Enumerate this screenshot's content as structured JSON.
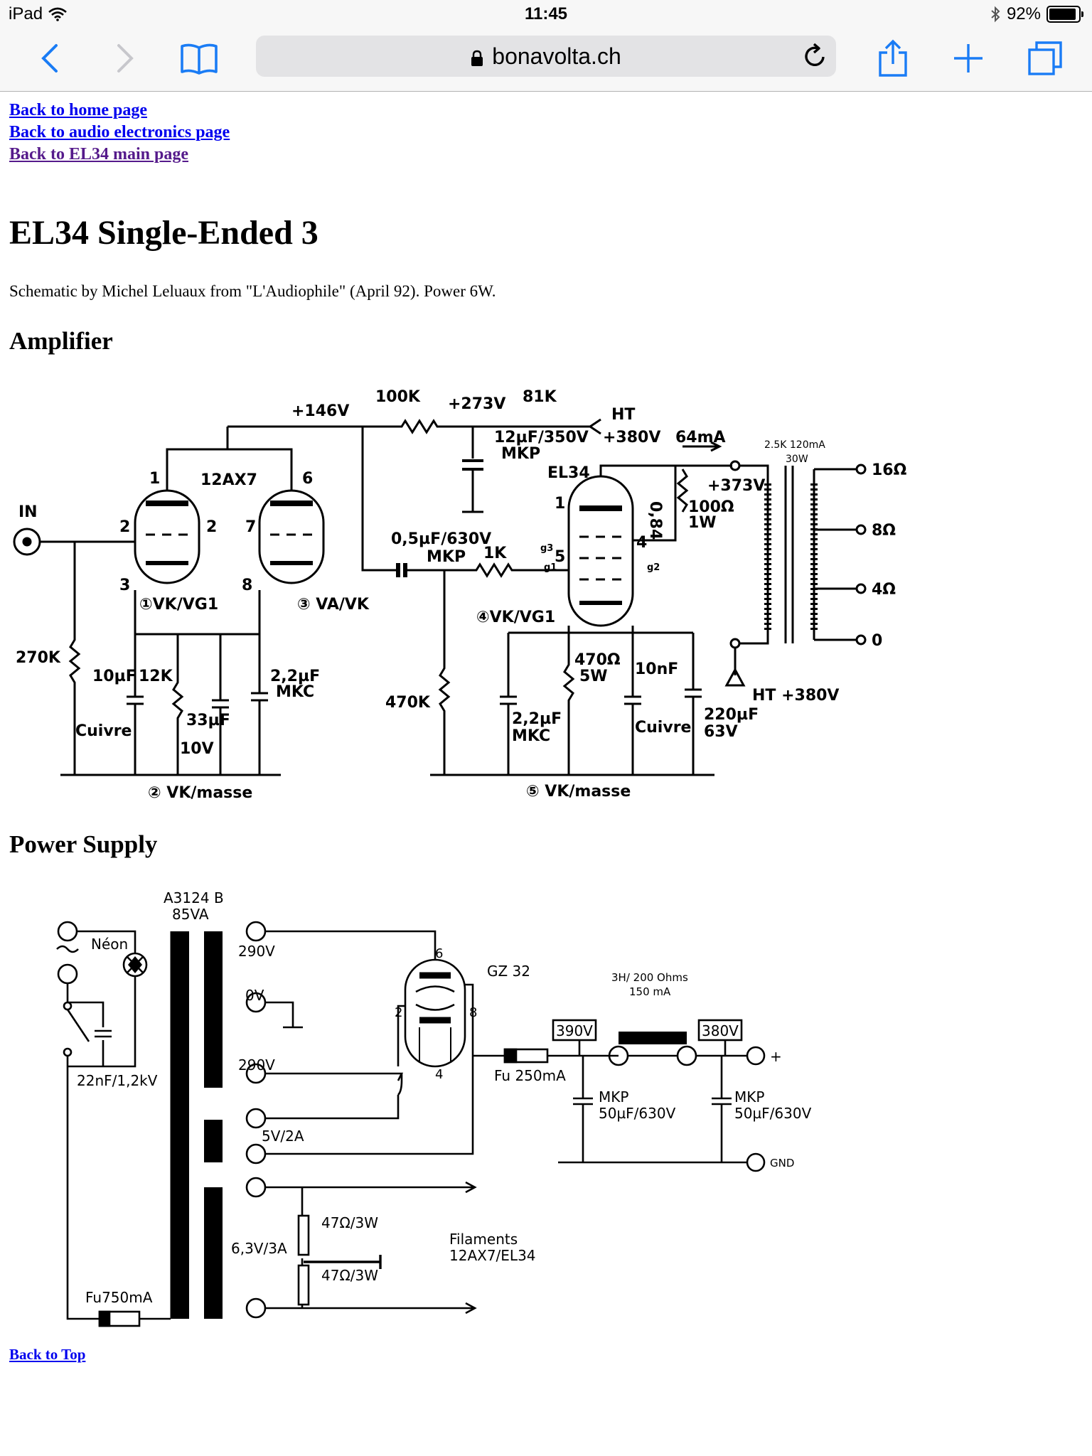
{
  "status": {
    "device": "iPad",
    "time": "11:45",
    "battery": "92%",
    "battery_level": 0.92
  },
  "browser": {
    "url": "bonavolta.ch"
  },
  "nav_links": [
    {
      "label": "Back to home page"
    },
    {
      "label": "Back to audio electronics page"
    },
    {
      "label": "Back to EL34 main page"
    }
  ],
  "page": {
    "title": "EL34 Single-Ended 3",
    "description": "Schematic by Michel Leluaux from \"L'Audiophile\" (April 92). Power 6W.",
    "section_amplifier": "Amplifier",
    "section_power": "Power Supply",
    "back_to_top": "Back to Top"
  },
  "amplifier": {
    "v146": "+146V",
    "r100k": "100K",
    "v273": "+273V",
    "r81k": "81K",
    "ht": "HT",
    "v380": "+380V",
    "ma64": "64mA",
    "c12": "12µF/350V",
    "mkp": "MKP",
    "el34": "EL34",
    "tube12ax7": "12AX7",
    "in": "IN",
    "pin1": "1",
    "pin2": "2",
    "pin2b": "2",
    "pin3": "3",
    "pin6": "6",
    "pin7": "7",
    "pin8": "8",
    "vkvg1": "①VK/VG1",
    "vavk": "③ VA/VK",
    "c05": "0,5µF/630V",
    "mkp2": "MKP",
    "r1k": "1K",
    "g3": "g3",
    "g1": "g1",
    "n5": "5",
    "n1": "1",
    "n4": "4",
    "g2": "g2",
    "v373": "+373V",
    "r100": "100Ω",
    "w1": "1W",
    "r084": "0,84",
    "xf1": "2.5K 120mA",
    "xf2": "30W",
    "o16": "16Ω",
    "o8": "8Ω",
    "o4": "4Ω",
    "o0": "0",
    "ht380": "HT +380V",
    "r270k": "270K",
    "c10": "10µF",
    "cuivre": "Cuivre",
    "r12k": "12K",
    "c33": "33µF",
    "v10": "10V",
    "c22": "2,2µF",
    "mkc": "MKC",
    "r470k": "470K",
    "vkvg1b": "④VK/VG1",
    "r470": "470Ω",
    "w5": "5W",
    "c10n": "10nF",
    "c22b": "2,2µF",
    "mkc2": "MKC",
    "cuivre2": "Cuivre",
    "c220": "220µF",
    "v63": "63V",
    "vkmasse1": "② VK/masse",
    "vkmasse2": "⑤ VK/masse"
  },
  "power": {
    "a3124": "A3124 B",
    "va85": "85VA",
    "neon": "Néon",
    "v290a": "290V",
    "v0": "0V",
    "v290b": "290V",
    "v5": "5V/2A",
    "v63": "6,3V/3A",
    "gz32": "GZ 32",
    "p6": "6",
    "p2": "2",
    "p8": "8",
    "p4": "4",
    "c22n": "22nF/1,2kV",
    "ind1": "3H/ 200 Ohms",
    "ind2": "150 mA",
    "v390": "390V",
    "v380": "380V",
    "plus": "+",
    "fu250": "Fu 250mA",
    "mkp1": "MKP",
    "c50a": "50µF/630V",
    "mkp2": "MKP",
    "c50b": "50µF/630V",
    "gnd": "GND",
    "r47a": "47Ω/3W",
    "r47b": "47Ω/3W",
    "fil1": "Filaments",
    "fil2": "12AX7/EL34",
    "fu750": "Fu750mA"
  },
  "icons": [
    "wifi-icon",
    "bluetooth-icon",
    "battery-icon",
    "back-icon",
    "forward-icon",
    "bookmarks-icon",
    "lock-icon",
    "reload-icon",
    "share-icon",
    "new-tab-icon",
    "tabs-icon"
  ]
}
